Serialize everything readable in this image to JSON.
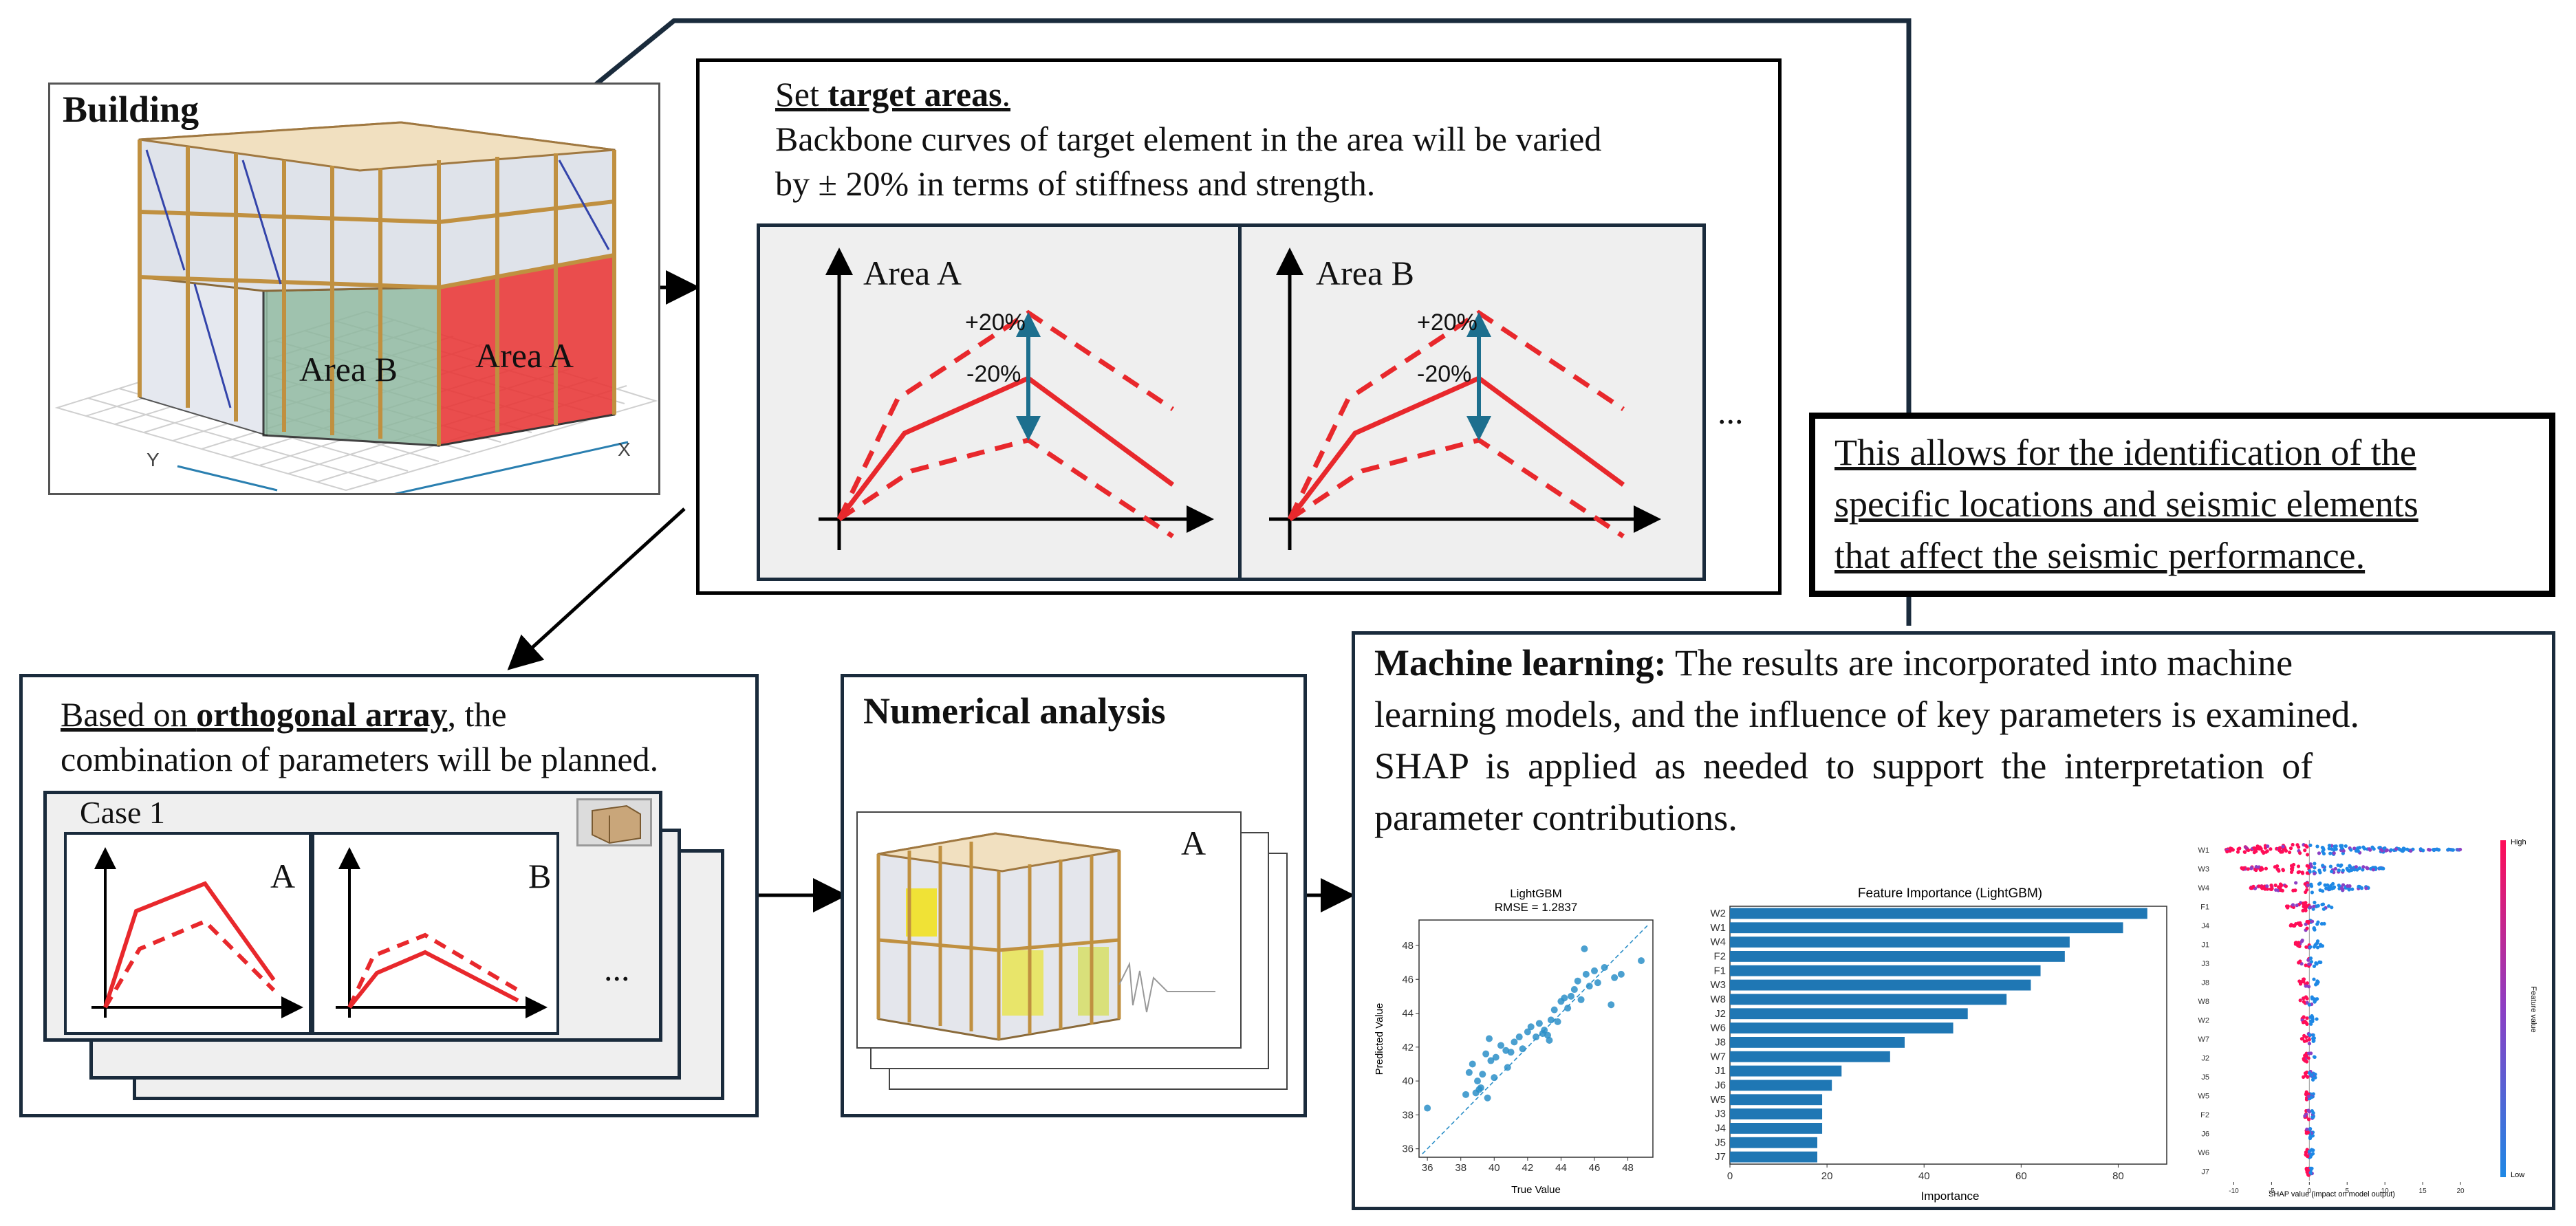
{
  "building": {
    "title": "Building",
    "area_a": "Area A",
    "area_b": "Area B",
    "axis_x": "X",
    "axis_y": "Y"
  },
  "target_areas": {
    "line1_prefix": "Set ",
    "line1_bold": "target areas",
    "line1_suffix": ".",
    "line2": "Backbone curves of target element in the area will be varied",
    "line3": "by ± 20% in terms of stiffness and strength.",
    "panel_a_label": "Area A",
    "panel_b_label": "Area B",
    "plus_label": "+20%",
    "minus_label": "-20%",
    "ellipsis": "..."
  },
  "conclusion": {
    "line1": "This allows for the identification of the",
    "line2": "specific locations and seismic elements",
    "line3": "that affect the seismic performance."
  },
  "orthogonal": {
    "line1_prefix": "Based on ",
    "line1_bold": "orthogonal array",
    "line1_suffix": ", the",
    "line2": "combination of parameters will be planned.",
    "case_label": "Case 1",
    "panel_a": "A",
    "panel_b": "B",
    "ellipsis": "..."
  },
  "numerical": {
    "title": "Numerical analysis",
    "model_label": "A"
  },
  "ml": {
    "title": "Machine learning:",
    "line1": "The results are incorporated into machine",
    "line2": "learning models, and the influence of key parameters is examined.",
    "line3": "SHAP is applied as needed to support the interpretation of",
    "line4": "parameter contributions."
  },
  "colors": {
    "navy": "#1a2b3c",
    "curve_red": "#e8282c",
    "arrow_blue": "#1d6f8e",
    "bar_blue": "#1f77b4",
    "scatter_blue": "#2c8fc8",
    "area_a_red": "#e83a3a",
    "area_b_green": "#8fb8a0"
  },
  "chart_data": [
    {
      "type": "scatter",
      "title": "LightGBM",
      "subtitle": "RMSE = 1.2837",
      "xlabel": "True Value",
      "ylabel": "Predicted Value",
      "xlim": [
        35.5,
        49.5
      ],
      "ylim": [
        35.5,
        49.5
      ],
      "xticks": [
        36,
        38,
        40,
        42,
        44,
        46,
        48
      ],
      "yticks": [
        36,
        38,
        40,
        42,
        44,
        46,
        48
      ],
      "points": [
        [
          36.0,
          38.4
        ],
        [
          38.3,
          39.2
        ],
        [
          38.5,
          40.5
        ],
        [
          38.7,
          41.0
        ],
        [
          38.9,
          39.3
        ],
        [
          39.0,
          40.0
        ],
        [
          39.1,
          39.5
        ],
        [
          39.2,
          39.6
        ],
        [
          39.3,
          40.4
        ],
        [
          39.5,
          41.6
        ],
        [
          39.7,
          42.5
        ],
        [
          39.8,
          41.2
        ],
        [
          40.0,
          40.2
        ],
        [
          40.1,
          41.4
        ],
        [
          40.4,
          42.1
        ],
        [
          40.7,
          41.8
        ],
        [
          40.8,
          40.8
        ],
        [
          41.2,
          42.3
        ],
        [
          41.5,
          42.6
        ],
        [
          41.7,
          41.9
        ],
        [
          42.0,
          42.9
        ],
        [
          42.2,
          43.2
        ],
        [
          42.5,
          42.6
        ],
        [
          42.7,
          43.4
        ],
        [
          42.9,
          42.8
        ],
        [
          43.0,
          43.0
        ],
        [
          43.2,
          42.7
        ],
        [
          43.4,
          43.6
        ],
        [
          43.6,
          44.2
        ],
        [
          43.8,
          43.5
        ],
        [
          44.0,
          44.7
        ],
        [
          44.2,
          44.9
        ],
        [
          44.4,
          44.3
        ],
        [
          44.6,
          45.0
        ],
        [
          44.8,
          45.4
        ],
        [
          45.0,
          45.9
        ],
        [
          45.2,
          44.8
        ],
        [
          45.5,
          46.3
        ],
        [
          45.7,
          45.6
        ],
        [
          46.0,
          46.5
        ],
        [
          46.2,
          45.8
        ],
        [
          46.6,
          46.7
        ],
        [
          47.0,
          44.5
        ],
        [
          47.2,
          46.1
        ],
        [
          47.6,
          46.3
        ],
        [
          48.8,
          47.1
        ],
        [
          45.4,
          47.8
        ],
        [
          43.3,
          42.4
        ],
        [
          41.0,
          41.7
        ],
        [
          39.6,
          39.0
        ]
      ]
    },
    {
      "type": "bar",
      "title": "Feature Importance (LightGBM)",
      "xlabel": "Importance",
      "xlim": [
        0,
        90
      ],
      "xticks": [
        0,
        20,
        40,
        60,
        80
      ],
      "categories": [
        "W2",
        "W1",
        "W4",
        "F2",
        "F1",
        "W3",
        "W8",
        "J2",
        "W6",
        "J8",
        "W7",
        "J1",
        "J6",
        "W5",
        "J3",
        "J4",
        "J5",
        "J7"
      ],
      "values": [
        86,
        81,
        70,
        69,
        64,
        62,
        57,
        49,
        46,
        36,
        33,
        23,
        21,
        19,
        19,
        19,
        18,
        18
      ]
    },
    {
      "type": "scatter",
      "title": "",
      "xlabel": "SHAP value (impact on model output)",
      "ylabel": "Feature value",
      "colorbar_high": "High",
      "colorbar_low": "Low",
      "xlim": [
        -12.5,
        23
      ],
      "xticks": [
        -10,
        -5,
        0,
        5,
        10,
        15,
        20
      ],
      "features": [
        "W1",
        "W3",
        "W4",
        "F1",
        "J4",
        "J1",
        "J3",
        "J8",
        "W8",
        "W2",
        "W7",
        "J2",
        "J5",
        "W5",
        "F2",
        "J6",
        "W6",
        "J7"
      ],
      "spread": [
        [
          -11,
          20
        ],
        [
          -9,
          10
        ],
        [
          -8,
          8
        ],
        [
          -3,
          3
        ],
        [
          -2.5,
          2
        ],
        [
          -2,
          2
        ],
        [
          -1.5,
          1.5
        ],
        [
          -1.5,
          1.2
        ],
        [
          -1.2,
          1.2
        ],
        [
          -1,
          1
        ],
        [
          -1,
          1
        ],
        [
          -0.8,
          0.8
        ],
        [
          -0.8,
          0.8
        ],
        [
          -0.6,
          0.6
        ],
        [
          -0.6,
          0.6
        ],
        [
          -0.5,
          0.5
        ],
        [
          -0.5,
          0.5
        ],
        [
          -0.4,
          0.4
        ]
      ]
    }
  ]
}
